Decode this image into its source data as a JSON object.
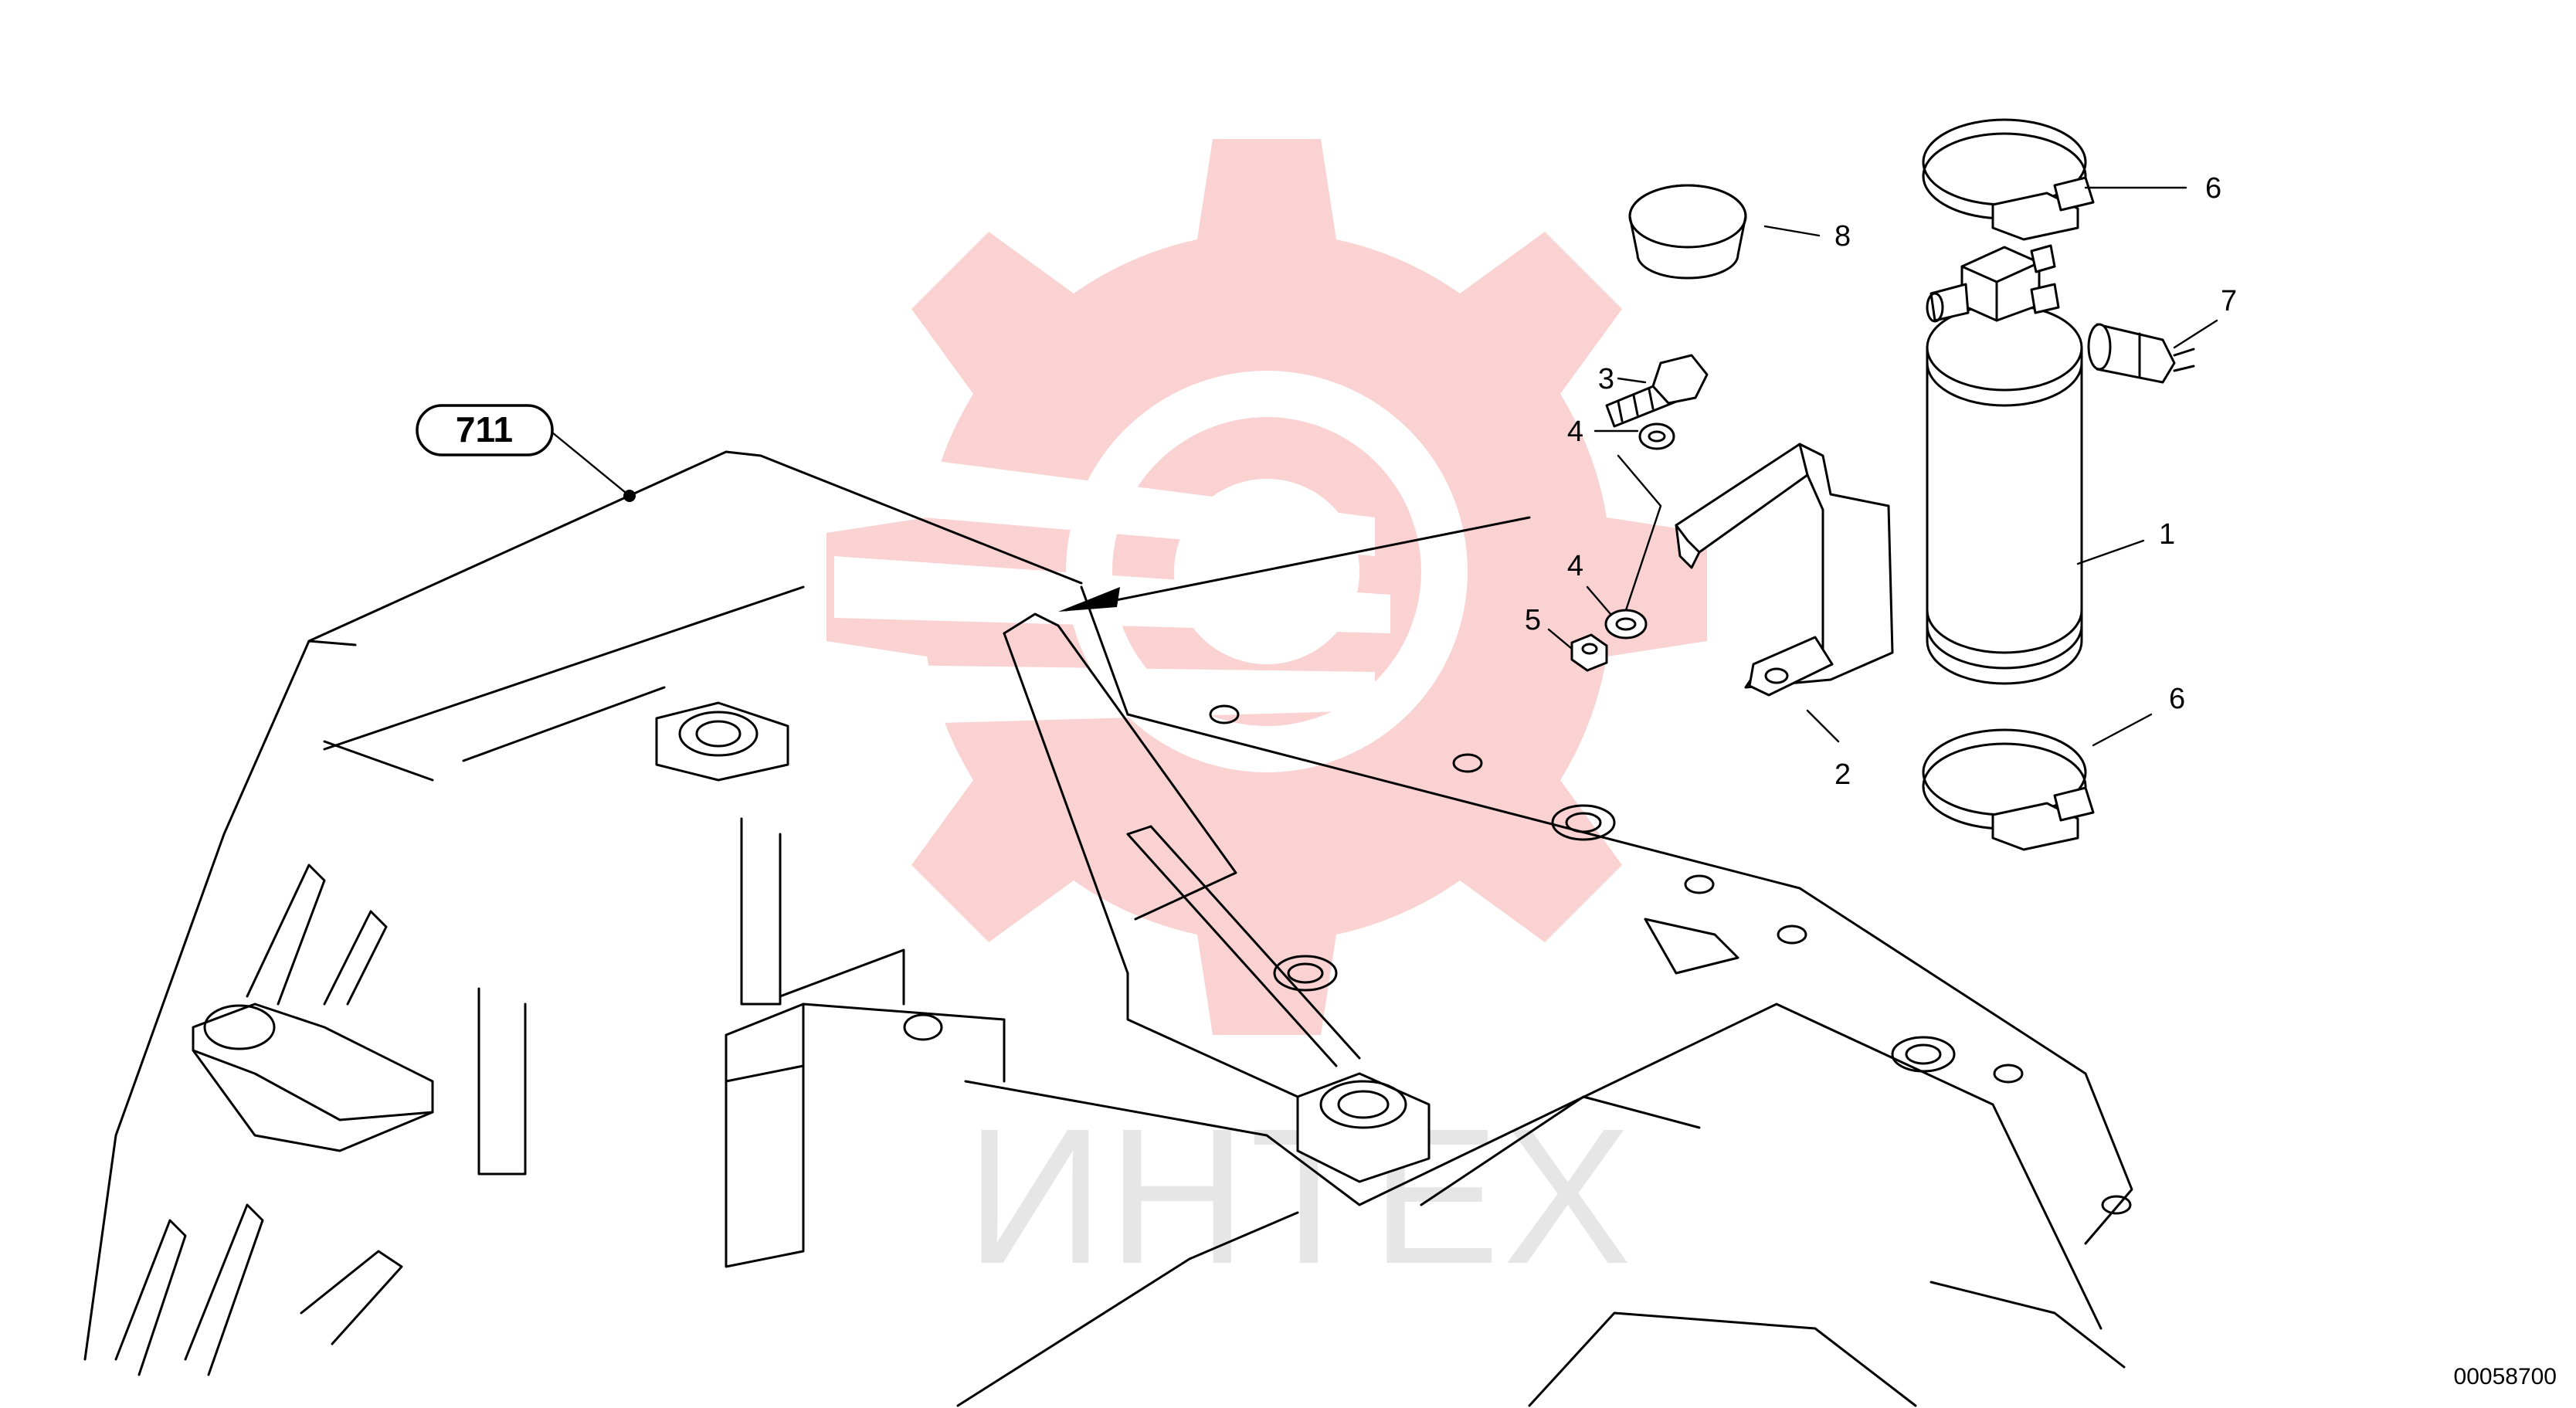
{
  "diagram": {
    "reference_label": "711",
    "drawing_code": "00058700",
    "watermark_text": "ИНТЕХ",
    "watermark_color": "#f7c9c9",
    "callouts": [
      {
        "id": "c1",
        "label": "1"
      },
      {
        "id": "c2",
        "label": "2"
      },
      {
        "id": "c3",
        "label": "3"
      },
      {
        "id": "c4a",
        "label": "4"
      },
      {
        "id": "c4b",
        "label": "4"
      },
      {
        "id": "c5",
        "label": "5"
      },
      {
        "id": "c6a",
        "label": "6"
      },
      {
        "id": "c6b",
        "label": "6"
      },
      {
        "id": "c7",
        "label": "7"
      },
      {
        "id": "c8",
        "label": "8"
      }
    ]
  }
}
